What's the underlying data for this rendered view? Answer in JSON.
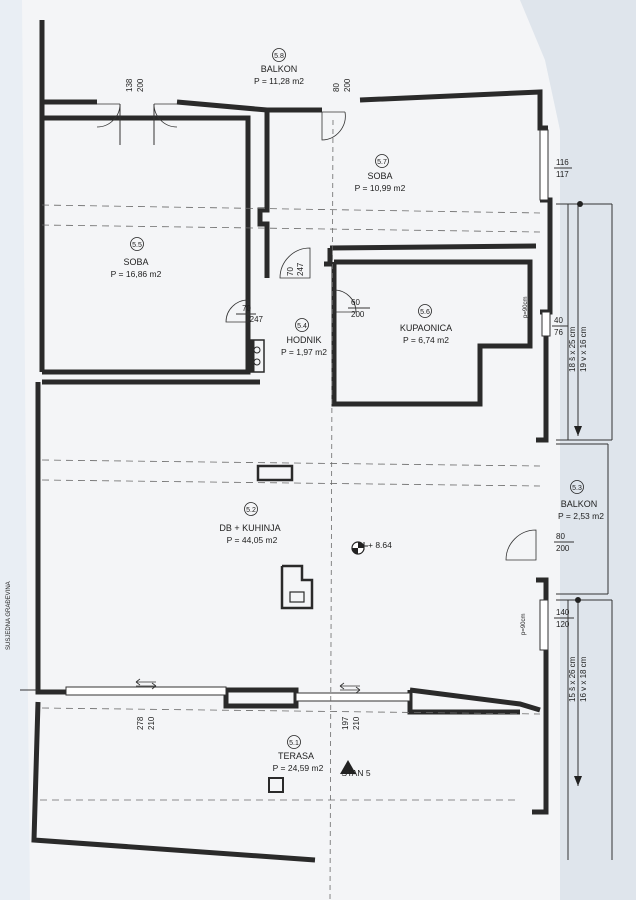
{
  "rooms": {
    "balkon_top": {
      "number": "5.8",
      "name": "BALKON",
      "area": "P = 11,28 m2"
    },
    "soba_right": {
      "number": "5.7",
      "name": "SOBA",
      "area": "P = 10,99 m2"
    },
    "soba_left": {
      "number": "5.5",
      "name": "SOBA",
      "area": "P = 16,86 m2"
    },
    "kupaonica": {
      "number": "5.6",
      "name": "KUPAONICA",
      "area": "P = 6,74 m2"
    },
    "hodnik": {
      "number": "5.4",
      "name": "HODNIK",
      "area": "P = 1,97 m2"
    },
    "dnevni": {
      "number": "5.2",
      "name": "DB + KUHINJA",
      "area": "P = 44,05 m2"
    },
    "balkon_side": {
      "number": "5.3",
      "name": "BALKON",
      "area": "P = 2,53 m2"
    },
    "terasa": {
      "number": "5.1",
      "name": "TERASA",
      "area": "P = 24,59 m2"
    }
  },
  "openings": {
    "d1": {
      "w": "138",
      "h": "200"
    },
    "d2": {
      "w": "80",
      "h": "200"
    },
    "d3": {
      "w": "116",
      "h": "117"
    },
    "d4": {
      "w": "70",
      "h": "247"
    },
    "d5": {
      "w": "70",
      "h": "247"
    },
    "d6": {
      "w": "60",
      "h": "200"
    },
    "d7": {
      "w": "40",
      "h": "76"
    },
    "d8": {
      "w": "80",
      "h": "200"
    },
    "d9": {
      "w": "140",
      "h": "120"
    },
    "d10": {
      "w": "278",
      "h": "210"
    },
    "d11": {
      "w": "197",
      "h": "210"
    }
  },
  "stairs": {
    "upper": "18 š x 25 cm",
    "upper2": "19 v x 16 cm",
    "lower": "15 š x 26 cm",
    "lower2": "16 v x 18 cm",
    "note1": "p=90cm",
    "note2": "p=90cm"
  },
  "elevation": "+ 8.64",
  "unit_label": "STAN 5",
  "side_label": "SUSJEDNA GRAĐEVINA"
}
